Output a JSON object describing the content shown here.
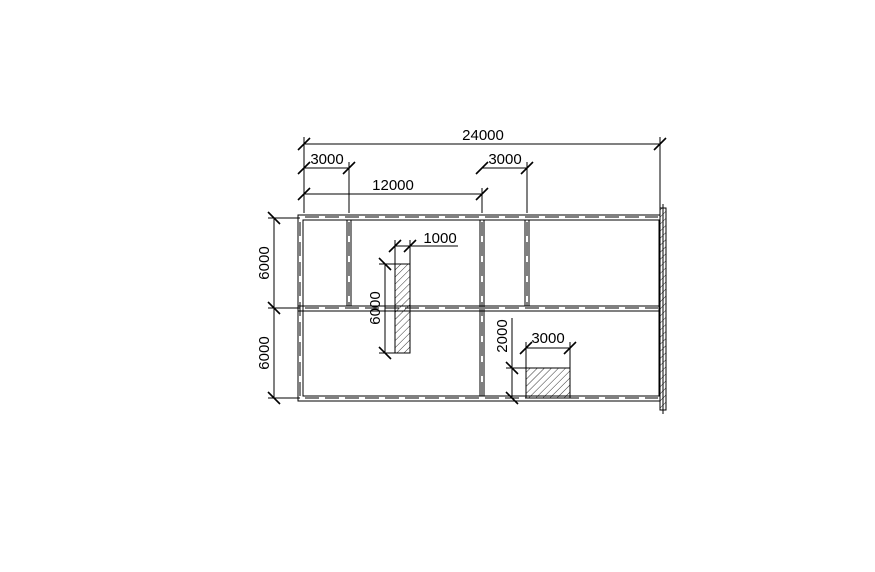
{
  "drawing": {
    "dims": {
      "overall_width": "24000",
      "bay_left": "3000",
      "bay_right": "3000",
      "half_width": "12000",
      "span_top": "6000",
      "span_bottom": "6000",
      "column_width": "1000",
      "column_height": "6000",
      "opening_width": "3000",
      "opening_offset": "2000"
    },
    "hatch_color": "#000000",
    "line_color": "#000000"
  }
}
